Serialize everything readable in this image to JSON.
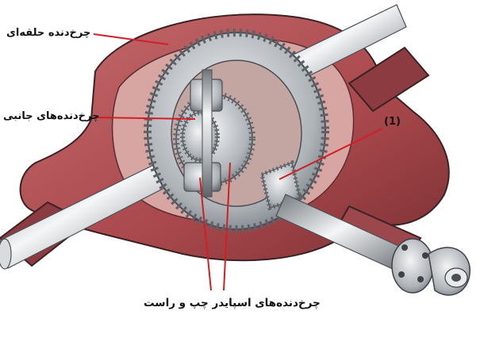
{
  "labels": {
    "ring_gear": "چرخ‌دنده حلقه‌ای",
    "side_gears": "چرخ‌دنده‌های جانبی",
    "pinion": "(1)",
    "spider_gears": "چرخ‌دنده‌های اسپایدر چپ و راست"
  },
  "colors": {
    "housing": "#b75a5e",
    "housing_dark": "#7a3034",
    "metal_light": "#eef0f2",
    "metal_dark": "#7d8389",
    "leader_line": "#d11f24"
  }
}
